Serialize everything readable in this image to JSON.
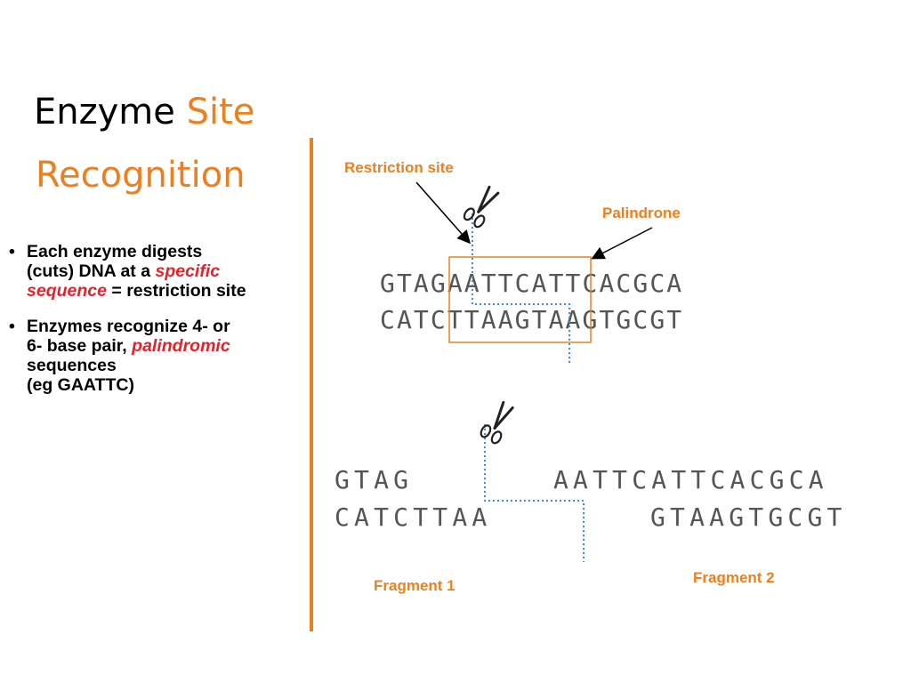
{
  "title": {
    "part1": "Enzyme",
    "part2": "Site",
    "part3": "Recognition"
  },
  "bullets": {
    "b1": {
      "l1": "Each enzyme digests",
      "l2": "(cuts) DNA at a ",
      "l2_em": "specific",
      "l3_em": "sequence",
      "l3": " = restriction site"
    },
    "b2": {
      "l1": "Enzymes recognize 4- or",
      "l2": "6- base pair, ",
      "l2_em": "palindromic",
      "l3": "sequences",
      "l4": "(eg GAATTC)"
    }
  },
  "labels": {
    "restriction_site": "Restriction site",
    "palindrone": "Palindrone",
    "fragment1": "Fragment 1",
    "fragment2": "Fragment 2"
  },
  "sequence": {
    "top": {
      "pre": "GTA",
      "site": "GAATTC",
      "post": "ATTCACGCA"
    },
    "bottom": {
      "pre": "CAT",
      "site": "CTTAAG",
      "post": "TAAGTGCGT"
    }
  },
  "fragments": {
    "f1_top": "GTAG",
    "f1_bottom": "CATCTTAA",
    "f2_top": "AATTCATTCACGCA",
    "f2_bottom": "GTAAGTGCGT"
  },
  "icons": [
    "scissors-icon",
    "scissors-icon"
  ],
  "colors": {
    "accent": "#ee7f1f",
    "emphasis": "#e3222a",
    "cut_line": "#3a8fd6",
    "sequence": "#555555"
  }
}
